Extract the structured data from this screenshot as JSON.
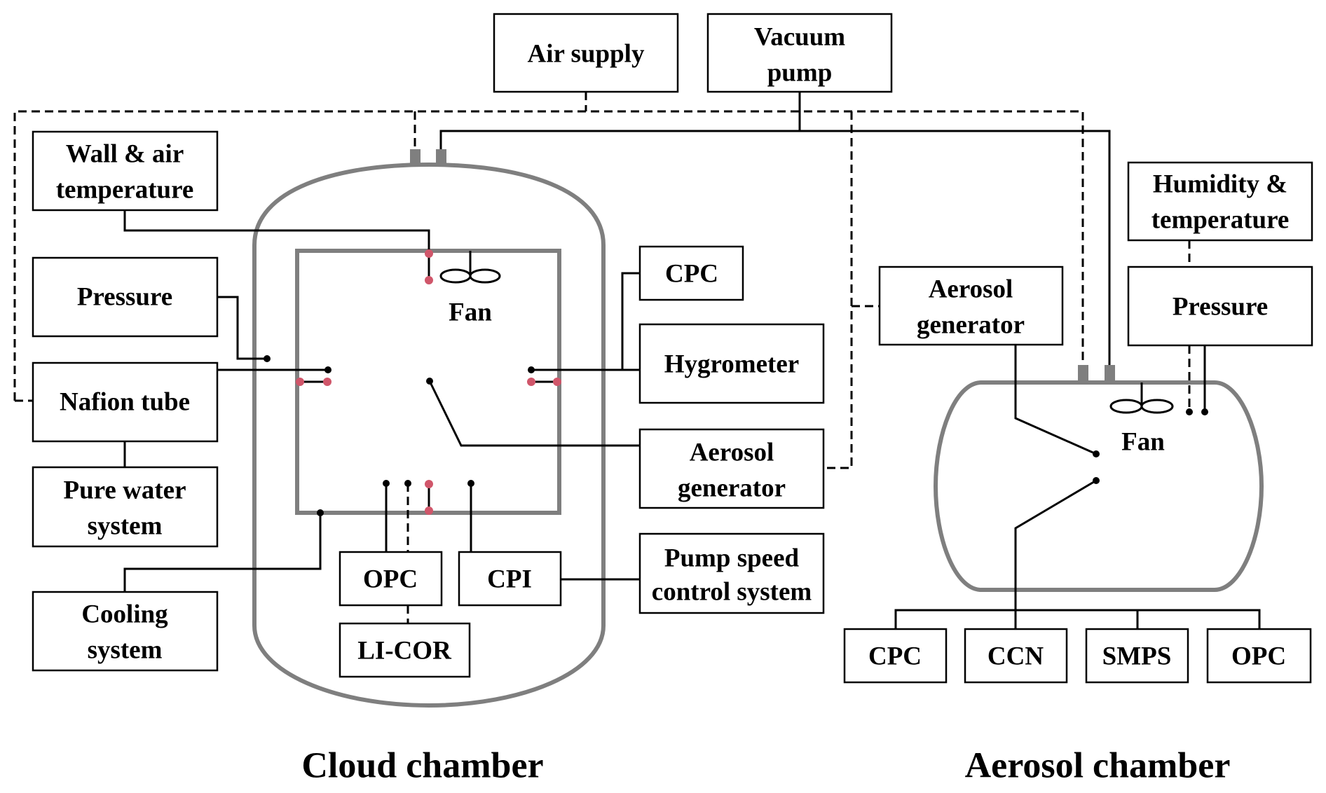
{
  "titles": {
    "cloud_chamber": "Cloud chamber",
    "aerosol_chamber": "Aerosol chamber"
  },
  "top": {
    "air_supply": "Air supply",
    "vacuum_pump": [
      "Vacuum",
      "pump"
    ]
  },
  "cloud_left": {
    "wall_air_temperature": [
      "Wall & air",
      "temperature"
    ],
    "pressure": "Pressure",
    "nafion_tube": "Nafion tube",
    "pure_water_system": [
      "Pure water",
      "system"
    ],
    "cooling_system": [
      "Cooling",
      "system"
    ]
  },
  "cloud_inside": {
    "fan": "Fan",
    "opc": "OPC",
    "cpi": "CPI",
    "li_cor": "LI-COR"
  },
  "cloud_right": {
    "cpc": "CPC",
    "hygrometer": "Hygrometer",
    "aerosol_generator": [
      "Aerosol",
      "generator"
    ],
    "pump_speed_control": [
      "Pump speed",
      "control system"
    ]
  },
  "aerosol_side": {
    "aerosol_generator": [
      "Aerosol",
      "generator"
    ],
    "humidity_temperature": [
      "Humidity &",
      "temperature"
    ],
    "pressure": "Pressure",
    "fan": "Fan",
    "instruments": [
      "CPC",
      "CCN",
      "SMPS",
      "OPC"
    ]
  },
  "legend_colors": {
    "vessel": "#7f7f7f",
    "sensor_port": "#D0566A",
    "line": "#000000"
  }
}
